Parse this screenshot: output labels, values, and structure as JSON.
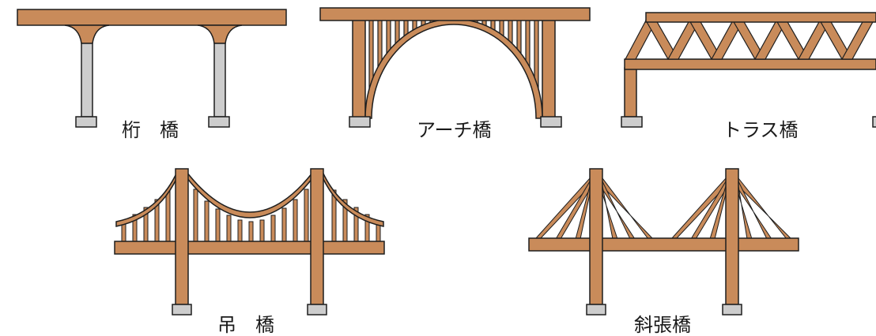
{
  "colors": {
    "structure": "#C98B5A",
    "outline": "#1e1e1e",
    "pier": "#CDCDCD",
    "background": "#FFFFFF"
  },
  "labels": {
    "girder": "桁　橋",
    "arch": "アーチ橋",
    "truss": "トラス橋",
    "suspension": "吊　橋",
    "cable_stayed": "斜張橋"
  }
}
